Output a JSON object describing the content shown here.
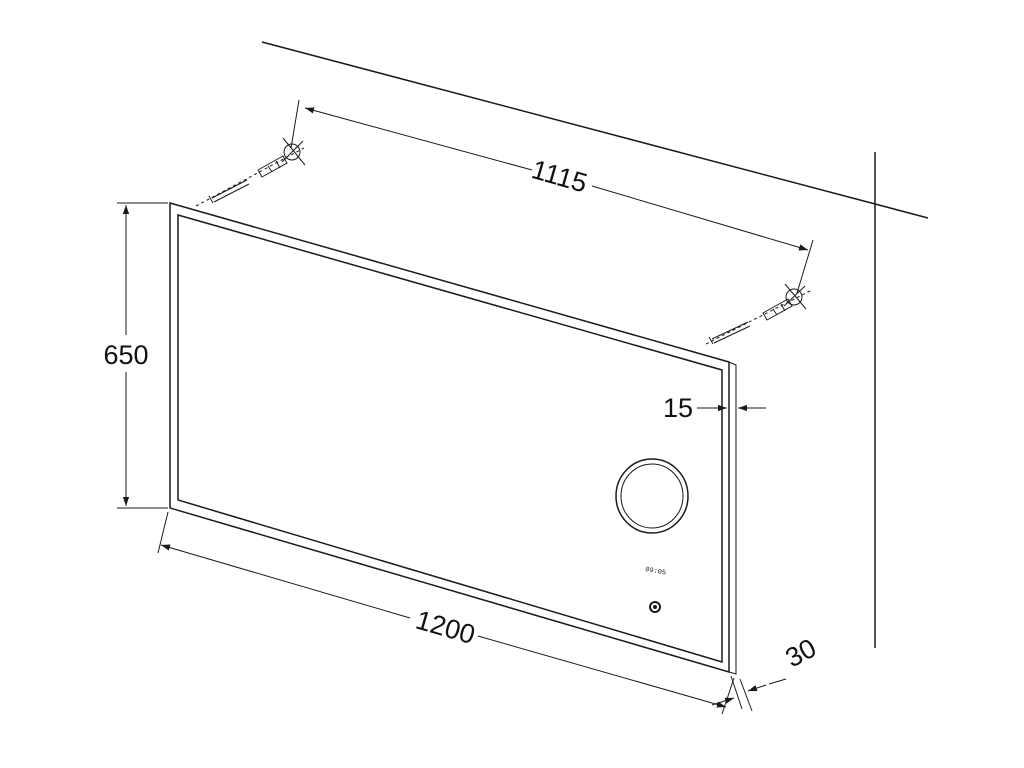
{
  "dimensions": {
    "mounting_spacing": "1115",
    "height": "650",
    "width": "1200",
    "frame_inset": "15",
    "depth": "30"
  },
  "mirror": {
    "clock_display": "09:05"
  },
  "colors": {
    "line": "#1a1a1a",
    "text": "#111111",
    "background": "#ffffff"
  },
  "icons": {
    "anchor": "wall-plug-icon",
    "screw": "screw-icon",
    "switch": "touch-switch-icon",
    "magnifier": "magnifying-mirror-icon"
  }
}
